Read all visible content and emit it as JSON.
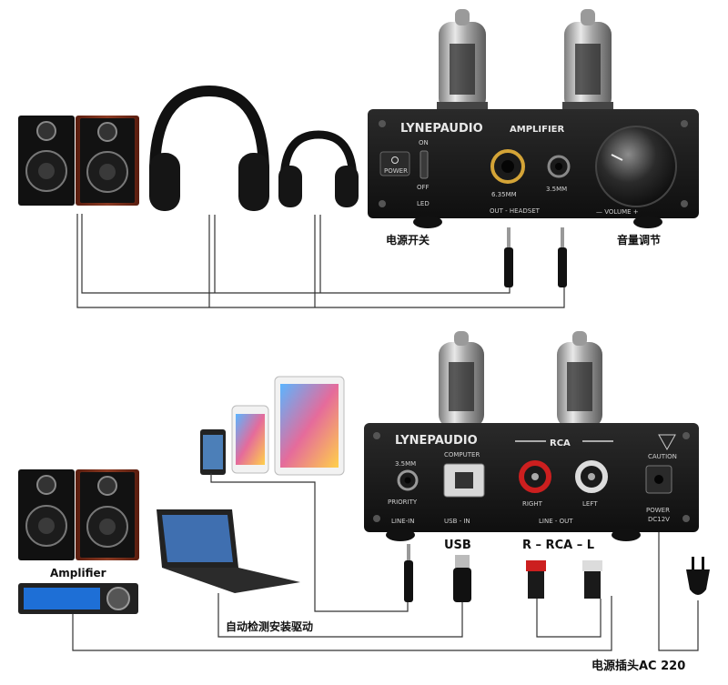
{
  "top_amp": {
    "brand": "LYNEPAUDIO",
    "model": "AMPLIFIER",
    "power_label": "POWER",
    "switch_on": "ON",
    "switch_off": "OFF",
    "led_label": "LED",
    "jack_635": "6.35MM",
    "jack_35": "3.5MM",
    "out_headset": "OUT - HEADSET",
    "volume_label": "— VOLUME +",
    "caption_power_switch": "电源开关",
    "caption_volume": "音量调节"
  },
  "bottom_amp": {
    "brand": "LYNEPAUDIO",
    "rca_title": "RCA",
    "computer_label": "COMPUTER",
    "jack_35": "3.5MM",
    "priority_label": "PRIORITY",
    "line_in": "LINE-IN",
    "usb_in": "USB - IN",
    "right": "RIGHT",
    "left": "LEFT",
    "line_out": "LINE - OUT",
    "caution": "CAUTION",
    "power_label": "POWER",
    "dc_label": "DC12V"
  },
  "captions": {
    "amplifier": "Amplifier",
    "usb": "USB",
    "rca": "R – RCA – L",
    "auto_driver": "自动检测安装驱动",
    "power_plug": "电源插头AC 220"
  },
  "colors": {
    "chassis": "#151515",
    "rca_red": "#cc1f1f",
    "rca_white": "#dcdcdc",
    "wire": "#333333",
    "speaker_wood": "#7a2e1a",
    "radio_blue": "#1e6fd6"
  },
  "icons": [
    "speaker-icon",
    "headphones-icon",
    "vacuum-tube-icon",
    "smartphone-icon",
    "tablet-icon",
    "laptop-icon",
    "car-radio-icon",
    "plug-icon",
    "rca-plug-icon",
    "usb-plug-icon",
    "audio-jack-icon"
  ]
}
